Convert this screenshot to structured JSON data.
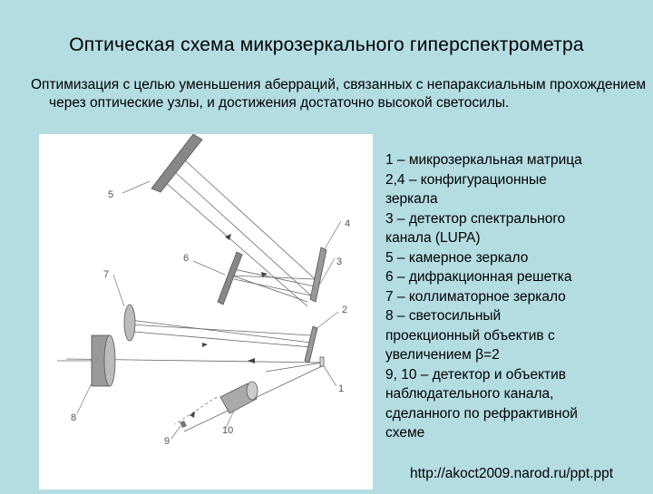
{
  "slide": {
    "title": "Оптическая схема микрозеркального гиперспектрометра",
    "subtitle": "Оптимизация с целью уменьшения аберраций, связанных с непараксиальным прохождением через оптические узлы, и достижения достаточно высокой светосилы.",
    "source": "http://akoct2009.narod.ru/ppt.ppt"
  },
  "diagram": {
    "labels": [
      "5",
      "4",
      "3",
      "6",
      "7",
      "2",
      "8",
      "1",
      "9",
      "10"
    ]
  },
  "legend": {
    "items": [
      "1 – микрозеркальная матрица",
      "2,4 – конфигурационные\nзеркала",
      "3 – детектор спектрального\nканала (LUPA)",
      "5 – камерное зеркало",
      "6 – дифракционная решетка",
      "7 – коллиматорное зеркало",
      "8 – светосильный\nпроекционный объектив с\nувеличением β=2",
      "9, 10 – детектор и объектив\nнаблюдательного канала,\nсделанного по рефрактивной\nсхеме"
    ]
  }
}
